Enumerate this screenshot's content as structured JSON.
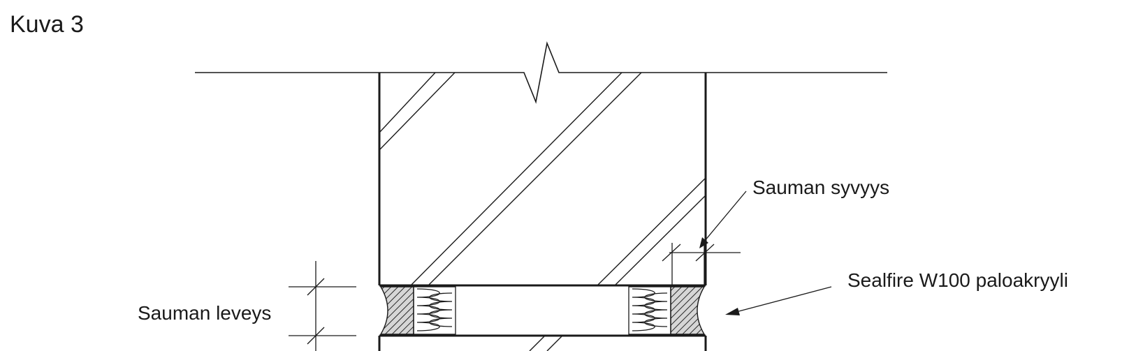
{
  "figure": {
    "title": "Kuva 3"
  },
  "labels": {
    "joint_depth": "Sauman syvyys",
    "joint_width": "Sauman leveys",
    "product": "Sealfire W100 paloakryyli"
  }
}
